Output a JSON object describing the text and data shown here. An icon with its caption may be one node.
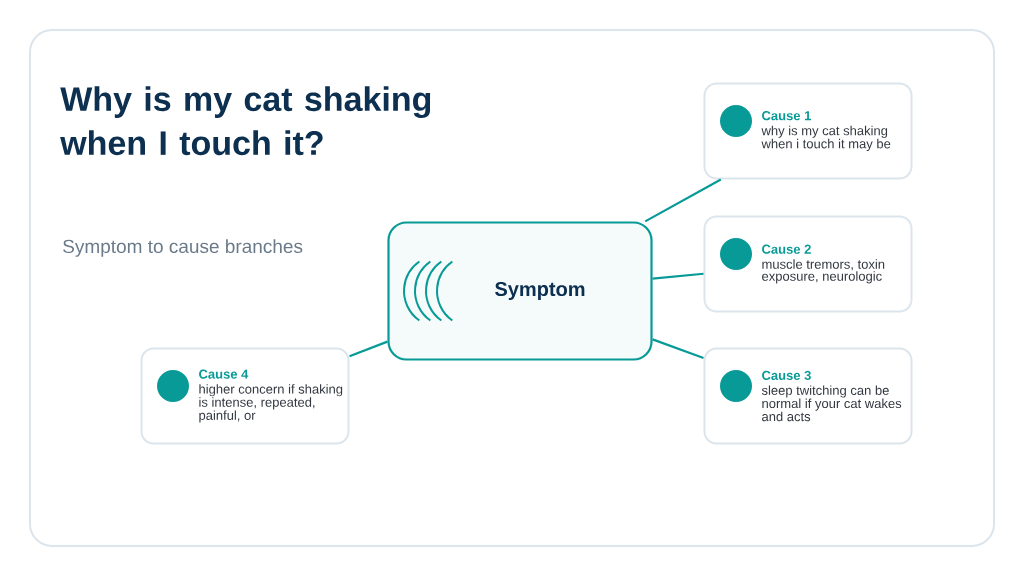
{
  "diagram": {
    "title": "Why is my cat shaking when I touch it?",
    "nodes": [
      {
        "text": [
          "Symptom"
        ]
      },
      {
        "text": [
          "Cause 1",
          "why is my cat shaking when i touch it may be"
        ]
      },
      {
        "text": [
          "Cause 2",
          "muscle tremors, toxin exposure, neurologic"
        ]
      },
      {
        "text": [
          "Cause 3",
          "sleep twitching can be normal if your cat wakes and acts"
        ]
      },
      {
        "text": [
          "Cause 4",
          "higher concern if shaking is intense, repeated, painful, or"
        ]
      }
    ],
    "edges": [
      {
        "from": 0,
        "to": 1,
        "arrow": "none"
      },
      {
        "from": 0,
        "to": 2,
        "arrow": "none"
      },
      {
        "from": 0,
        "to": 3,
        "arrow": "none"
      },
      {
        "from": 0,
        "to": 4,
        "arrow": "none"
      }
    ],
    "labels": [
      "Symptom to cause branches"
    ]
  }
}
